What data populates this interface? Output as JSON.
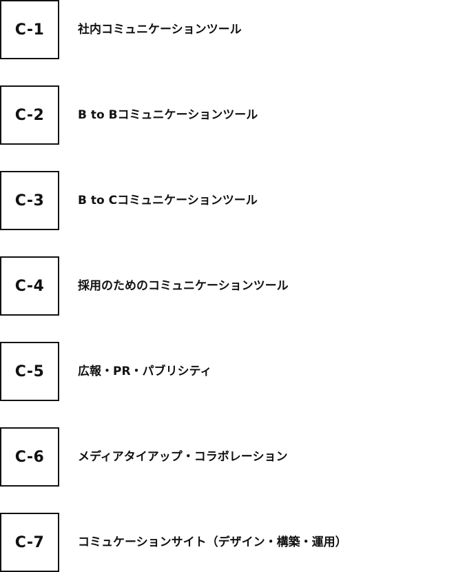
{
  "items": [
    {
      "code": "C-1",
      "label": "社内コミュニケーションツール"
    },
    {
      "code": "C-2",
      "label": "B to Bコミュニケーションツール"
    },
    {
      "code": "C-3",
      "label": "B to Cコミュニケーションツール"
    },
    {
      "code": "C-4",
      "label": "採用のためのコミュニケーションツール"
    },
    {
      "code": "C-5",
      "label": "広報・PR・パブリシティ"
    },
    {
      "code": "C-6",
      "label": "メディアタイアップ・コラボレーション"
    },
    {
      "code": "C-7",
      "label": "コミュケーションサイト（デザイン・構築・運用）"
    }
  ]
}
